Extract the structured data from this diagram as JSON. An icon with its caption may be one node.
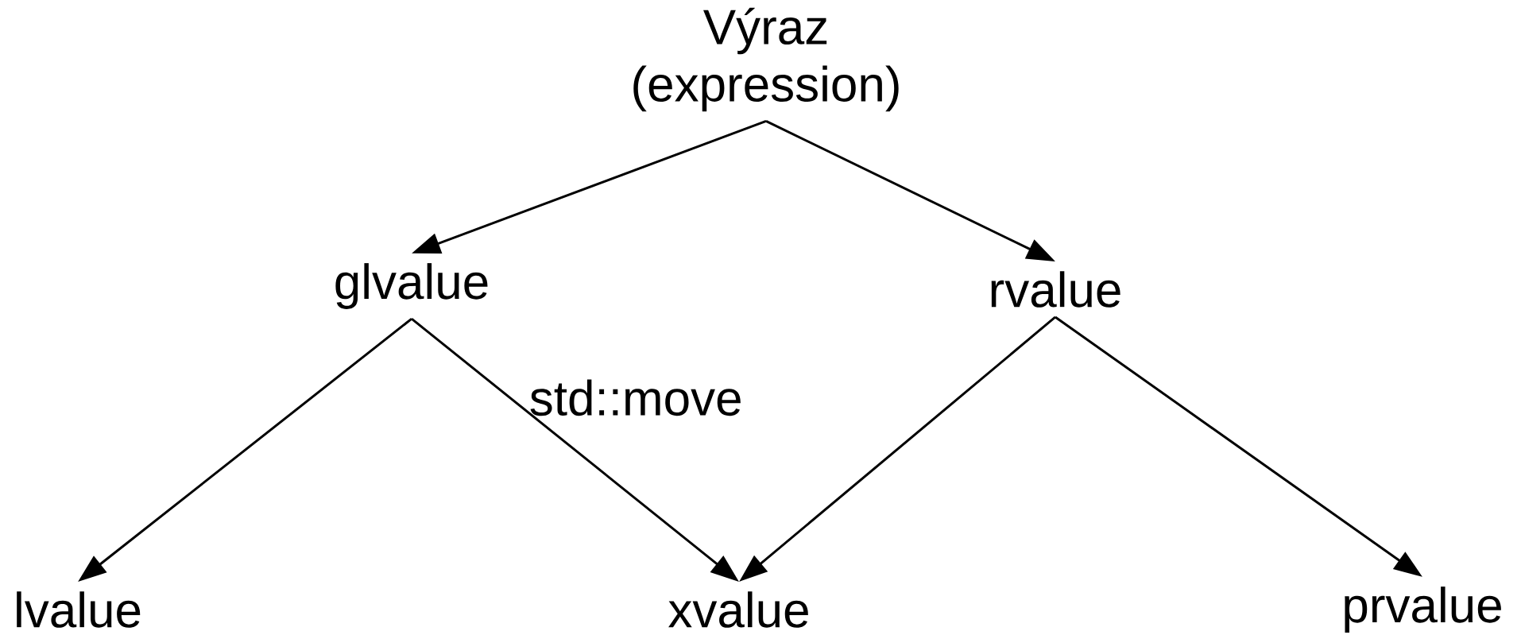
{
  "diagram": {
    "nodes": [
      {
        "text": [
          "Výraz (expression)"
        ]
      },
      {
        "text": [
          "glvalue"
        ]
      },
      {
        "text": [
          "rvalue"
        ]
      },
      {
        "text": [
          "lvalue"
        ]
      },
      {
        "text": [
          "xvalue"
        ]
      },
      {
        "text": [
          "prvalue"
        ]
      }
    ],
    "edges": [
      {
        "from": 0,
        "to": 1,
        "arrow": "to"
      },
      {
        "from": 0,
        "to": 2,
        "arrow": "to"
      },
      {
        "from": 1,
        "to": 3,
        "arrow": "to"
      },
      {
        "from": 1,
        "to": 4,
        "arrow": "to",
        "label": "std::move"
      },
      {
        "from": 2,
        "to": 4,
        "arrow": "to"
      },
      {
        "from": 2,
        "to": 5,
        "arrow": "to"
      }
    ]
  }
}
